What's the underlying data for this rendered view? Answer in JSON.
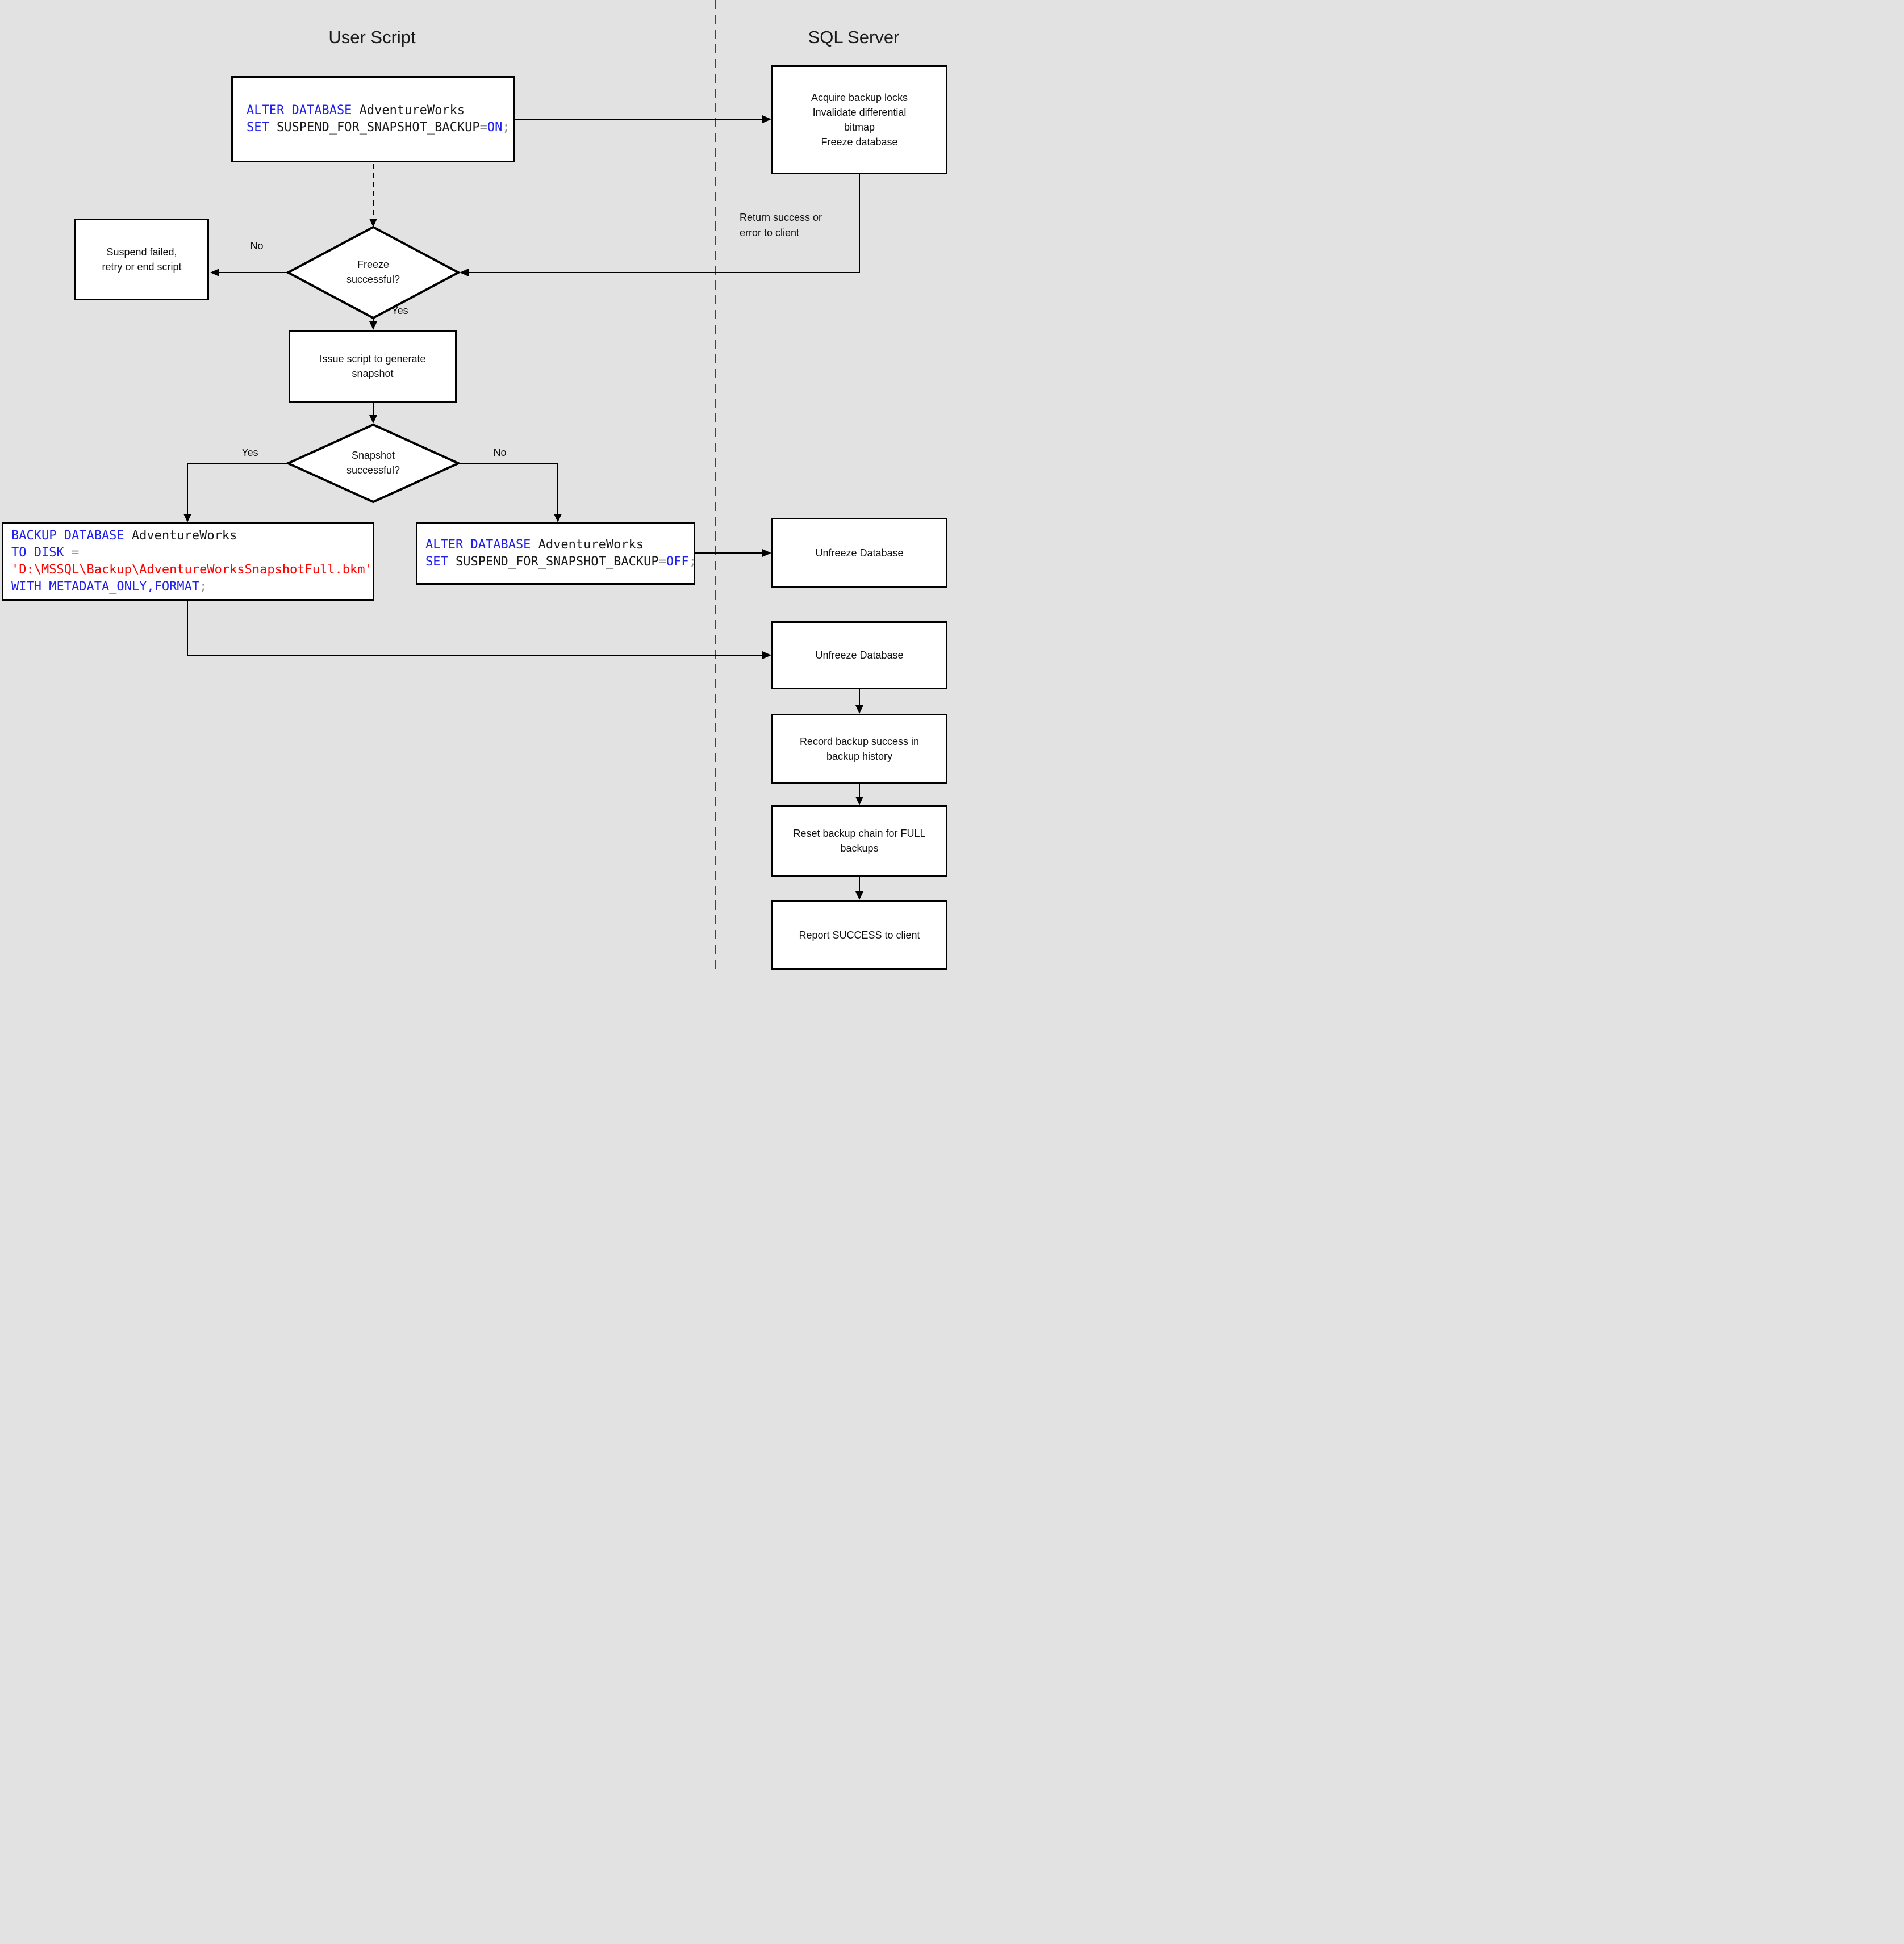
{
  "palette": {
    "background": "#e2e2e2",
    "box_fill": "#ffffff",
    "box_border": "#000000",
    "connector": "#000000",
    "code_keyword": "#2020f0",
    "code_plain": "#1a1a1a",
    "code_string": "#ff0000",
    "code_operator": "#8c8c8c"
  },
  "headers": {
    "left": "User Script",
    "right": "SQL Server"
  },
  "edge_labels": {
    "freeze_no": "No",
    "freeze_yes": "Yes",
    "snapshot_yes": "Yes",
    "snapshot_no": "No",
    "return_note": {
      "lines": [
        "Return success or",
        "error to client"
      ]
    }
  },
  "diamonds": {
    "freeze": {
      "lines": [
        "Freeze",
        "successful?"
      ]
    },
    "snapshot": {
      "lines": [
        "Snapshot",
        "successful?"
      ]
    }
  },
  "boxes": {
    "acquire": {
      "lines": [
        "Acquire backup locks",
        "Invalidate differential",
        "bitmap",
        "Freeze database"
      ]
    },
    "suspend": {
      "lines": [
        "Suspend failed,",
        "retry or end script"
      ]
    },
    "issue": {
      "lines": [
        "Issue script to generate",
        "snapshot"
      ]
    },
    "unfreeze_upper": {
      "lines": [
        "Unfreeze Database"
      ]
    },
    "unfreeze_lower": {
      "lines": [
        "Unfreeze Database"
      ]
    },
    "record": {
      "lines": [
        "Record backup success in",
        "backup history"
      ]
    },
    "reset": {
      "lines": [
        "Reset backup chain for FULL",
        "backups"
      ]
    },
    "report": {
      "lines": [
        "Report SUCCESS to client"
      ]
    }
  },
  "code": {
    "alter_on": {
      "lines": [
        [
          {
            "t": "ALTER DATABASE",
            "c": "kw"
          },
          {
            "t": " AdventureWorks",
            "c": "pl"
          }
        ],
        [
          {
            "t": "SET",
            "c": "kw"
          },
          {
            "t": " SUSPEND_FOR_SNAPSHOT_BACKUP",
            "c": "pl"
          },
          {
            "t": "=",
            "c": "op"
          },
          {
            "t": "ON",
            "c": "kw"
          },
          {
            "t": ";",
            "c": "op"
          }
        ]
      ]
    },
    "alter_off": {
      "lines": [
        [
          {
            "t": "ALTER DATABASE",
            "c": "kw"
          },
          {
            "t": " AdventureWorks",
            "c": "pl"
          }
        ],
        [
          {
            "t": "SET",
            "c": "kw"
          },
          {
            "t": " SUSPEND_FOR_SNAPSHOT_BACKUP",
            "c": "pl"
          },
          {
            "t": "=",
            "c": "op"
          },
          {
            "t": "OFF",
            "c": "kw"
          },
          {
            "t": ";",
            "c": "op"
          }
        ]
      ]
    },
    "backup": {
      "lines": [
        [
          {
            "t": "BACKUP DATABASE",
            "c": "kw"
          },
          {
            "t": " AdventureWorks",
            "c": "pl"
          }
        ],
        [
          {
            "t": "TO DISK",
            "c": "kw"
          },
          {
            "t": " =",
            "c": "op"
          }
        ],
        [
          {
            "t": "'D:\\MSSQL\\Backup\\AdventureWorksSnapshotFull.bkm'",
            "c": "str"
          }
        ],
        [
          {
            "t": "WITH METADATA_ONLY,FORMAT",
            "c": "kw"
          },
          {
            "t": ";",
            "c": "op"
          }
        ]
      ]
    }
  }
}
